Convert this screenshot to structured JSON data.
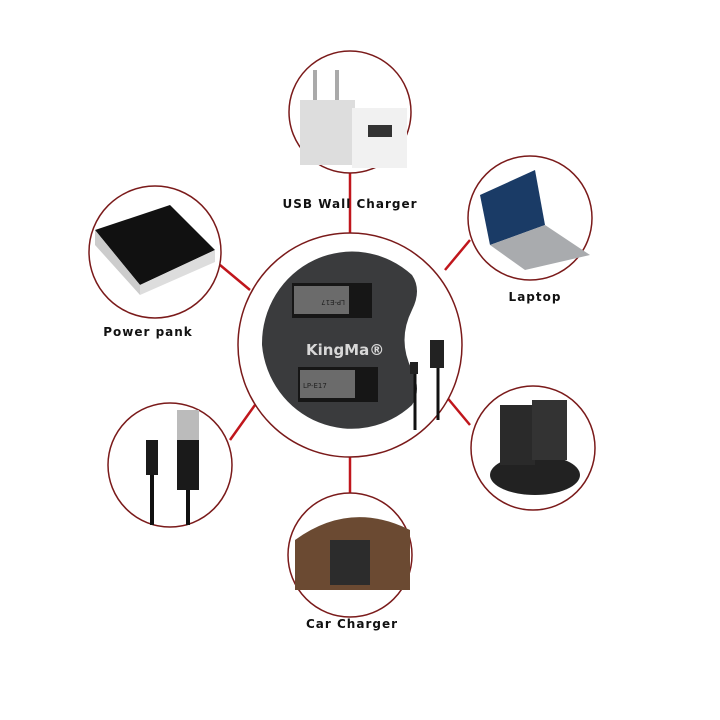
{
  "accent_color": "#c0161c",
  "center": {
    "brand": "KingMa",
    "reg": "®",
    "slot_label_top": "LP-E17",
    "slot_label_bottom": "LP-E17"
  },
  "items": [
    {
      "label": "USB Wall Charger",
      "icon": "wall-plug"
    },
    {
      "label": "Laptop",
      "icon": "laptop"
    },
    {
      "label": "Power pank",
      "icon": "power-bank"
    },
    {
      "label": "Car Charger",
      "icon": "car-charger"
    }
  ]
}
